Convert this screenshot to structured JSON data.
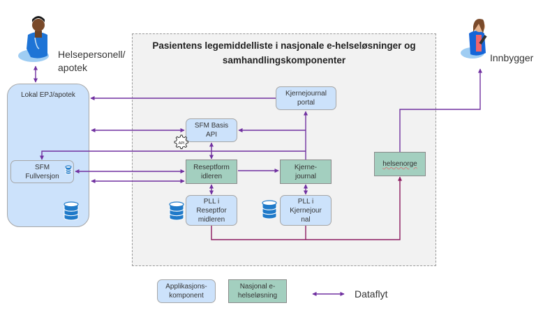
{
  "title_line1": "Pasientens legemiddelliste i nasjonale e-helseløsninger og",
  "title_line2": "samhandlingskomponenter",
  "actors": {
    "health_personnel": {
      "line1": "Helsepersonell/",
      "line2": "apotek",
      "icon": "doctor-figure"
    },
    "citizen": {
      "label": "Innbygger",
      "icon": "citizen-with-tablet-figure"
    }
  },
  "local": {
    "label": "Lokal EPJ/apotek",
    "sfm_full": {
      "line1": "SFM",
      "line2": "Fullversjon"
    }
  },
  "components": {
    "kj_portal": {
      "line1": "Kjernejournal",
      "line2": "portal"
    },
    "sfm_basis": {
      "line1": "SFM Basis",
      "line2": "API",
      "icon": "api-gear-icon"
    },
    "reseptformidleren": {
      "line1": "Reseptform",
      "line2": "idleren"
    },
    "kjernejournal": {
      "line1": "Kjerne-",
      "line2": "journal"
    },
    "pll_rf": {
      "line1": "PLL i",
      "line2": "Reseptfor",
      "line3": "midleren"
    },
    "pll_kj": {
      "line1": "PLL i",
      "line2": "Kjernejour",
      "line3": "nal"
    },
    "helsenorge": {
      "label": "helsenorge"
    }
  },
  "legend": {
    "app_line1": "Applikasjons-",
    "app_line2": "komponent",
    "nat_line1": "Nasjonal e-",
    "nat_line2": "helseløsning",
    "flow": "Dataflyt"
  },
  "colors": {
    "app_component": "#cce2fb",
    "national_solution": "#a3cfbf",
    "data_flow": "#7030a0",
    "pll_flow": "#8b1a5f",
    "database": "#1f7ac9"
  }
}
